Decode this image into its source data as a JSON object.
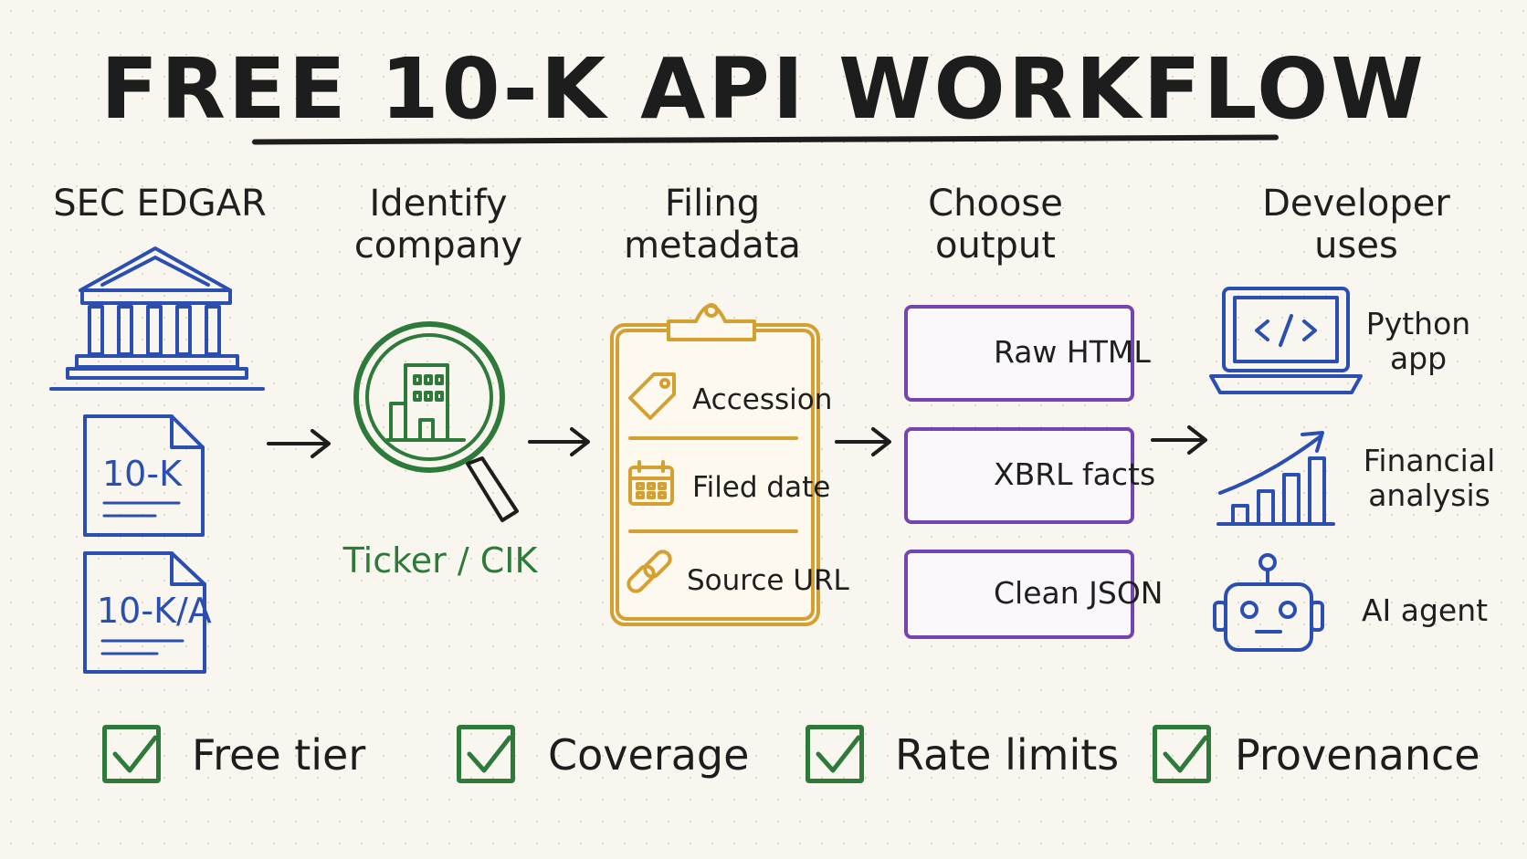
{
  "title": "FREE 10-K API WORKFLOW",
  "columns": {
    "sec": "SEC EDGAR",
    "identify": "Identify company",
    "filing": "Filing metadata",
    "choose": "Choose output",
    "developer": "Developer uses"
  },
  "documents": [
    "10-K",
    "10-K/A"
  ],
  "identify_caption": "Ticker / CIK",
  "metadata_items": [
    "Accession",
    "Filed date",
    "Source URL"
  ],
  "outputs": [
    "Raw HTML",
    "XBRL facts",
    "Clean JSON"
  ],
  "uses": [
    "Python app",
    "Financial analysis",
    "AI agent"
  ],
  "checklist": [
    "Free tier",
    "Coverage",
    "Rate limits",
    "Provenance"
  ],
  "colors": {
    "blue": "#2a4fb0",
    "green": "#2e7a3a",
    "gold": "#d4a032",
    "purple": "#7444b0",
    "ink": "#1d1d1d"
  }
}
